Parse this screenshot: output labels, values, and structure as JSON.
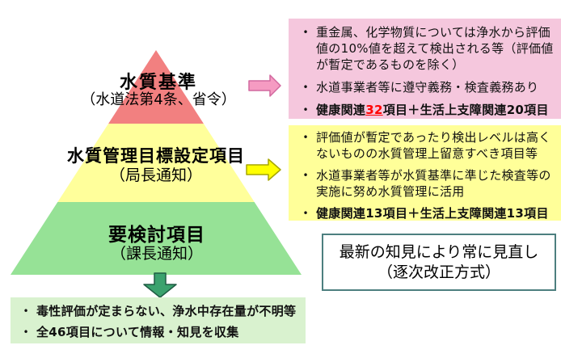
{
  "bullets": {
    "char": "•"
  },
  "colors": {
    "pyramid_top": "#F28080",
    "pyramid_middle": "#FFFF9B",
    "pyramid_bottom": "#96E296",
    "pink_box_bg": "#F5C7DD",
    "yellow_box_bg": "#FFFF99",
    "green_box_bg": "#D9F2CF",
    "arrow_pink": "#F59BC2",
    "arrow_yellow": "#FFFF00",
    "arrow_green": "#3BA26E",
    "highlight_red": "#FF0000",
    "revision_border": "#4D7F7F"
  },
  "pyramid": {
    "top": {
      "label": "水質基準",
      "sublabel": "（水道法第4条、省令）",
      "color": "#F28080"
    },
    "middle": {
      "label": "水質管理目標設定項目",
      "sublabel": "（局長通知）",
      "color": "#FFFF9B"
    },
    "bottom": {
      "label": "要検討項目",
      "sublabel": "（課長通知）",
      "color": "#96E296"
    }
  },
  "pink_box": {
    "items": [
      "重金属、化学物質については浄水から評価値の10%値を超えて検出される等（評価値が暫定であるものを除く）",
      "水道事業者等に遵守義務・検査義務あり"
    ],
    "summary": {
      "prefix": "健康関連",
      "highlight": "32",
      "suffix": "項目＋生活上支障関連20項目"
    }
  },
  "yellow_box": {
    "items": [
      "評価値が暫定であったり検出レベルは高くないものの水質管理上留意すべき項目等",
      "水道事業者等が水質基準に準じた検査等の実施に努め水質管理に活用"
    ],
    "summary": "健康関連13項目＋生活上支障関連13項目"
  },
  "green_box": {
    "items": [
      "毒性評価が定まらない、浄水中存在量が不明等",
      "全46項目について情報・知見を収集"
    ]
  },
  "revision_box": {
    "line1": "最新の知見により常に見直し",
    "line2": "（逐次改正方式）"
  }
}
